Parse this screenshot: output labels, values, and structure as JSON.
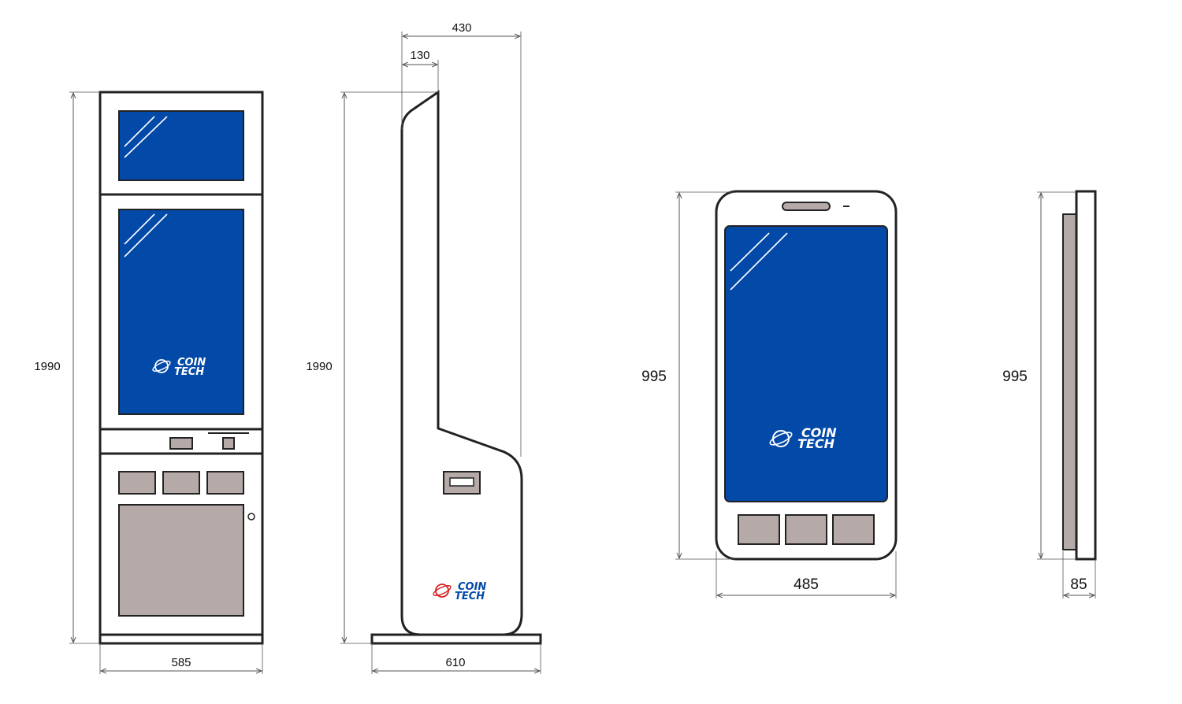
{
  "logo": {
    "line1": "COIN",
    "line2": "TECH",
    "color_on_screen": "#ffffff",
    "color_side_coin": "#d42020",
    "color_side_tech": "#0349a8"
  },
  "colors": {
    "screen": "#0349a8",
    "panel": "#b5aaa8",
    "outline": "#222222"
  },
  "dimensions": {
    "front_height": "1990",
    "front_width": "585",
    "side_height": "1990",
    "side_top_width": "430",
    "side_top_inset": "130",
    "side_base_width": "610",
    "wall_height": "995",
    "wall_width": "485",
    "wall_side_height": "995",
    "wall_depth": "85"
  }
}
